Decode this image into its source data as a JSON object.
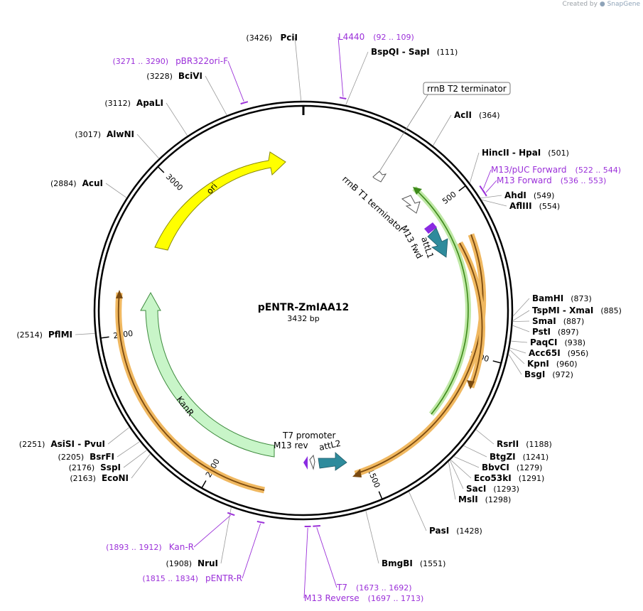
{
  "credit": {
    "prefix": "Created by",
    "brand": "SnapGene"
  },
  "plasmid": {
    "name": "pENTR-ZmIAA12",
    "size_label": "3432 bp",
    "length": 3432
  },
  "ticks": [
    {
      "pos": 500,
      "label": "500"
    },
    {
      "pos": 1000,
      "label": "1000"
    },
    {
      "pos": 1500,
      "label": "1500"
    },
    {
      "pos": 2000,
      "label": "2000"
    },
    {
      "pos": 2500,
      "label": "2500"
    },
    {
      "pos": 3000,
      "label": "3000"
    }
  ],
  "sites": [
    {
      "pos": 3426,
      "name": "PciI",
      "pos_label": "(3426)"
    },
    {
      "pos": 111,
      "name": "BspQI  - SapI",
      "pos_label": "(111)"
    },
    {
      "pos": 364,
      "name": "AclI",
      "pos_label": "(364)"
    },
    {
      "pos": 501,
      "name": "HincII  - HpaI",
      "pos_label": "(501)"
    },
    {
      "pos": 549,
      "name": "AhdI",
      "pos_label": "(549)"
    },
    {
      "pos": 554,
      "name": "AflIII",
      "pos_label": "(554)"
    },
    {
      "pos": 873,
      "name": "BamHI",
      "pos_label": "(873)"
    },
    {
      "pos": 885,
      "name": "TspMI  - XmaI",
      "pos_label": "(885)"
    },
    {
      "pos": 887,
      "name": "SmaI",
      "pos_label": "(887)"
    },
    {
      "pos": 897,
      "name": "PstI",
      "pos_label": "(897)"
    },
    {
      "pos": 938,
      "name": "PaqCI",
      "pos_label": "(938)"
    },
    {
      "pos": 956,
      "name": "Acc65I",
      "pos_label": "(956)"
    },
    {
      "pos": 960,
      "name": "KpnI",
      "pos_label": "(960)"
    },
    {
      "pos": 972,
      "name": "BsgI",
      "pos_label": "(972)"
    },
    {
      "pos": 1188,
      "name": "RsrII",
      "pos_label": "(1188)"
    },
    {
      "pos": 1241,
      "name": "BtgZI",
      "pos_label": "(1241)"
    },
    {
      "pos": 1279,
      "name": "BbvCI",
      "pos_label": "(1279)"
    },
    {
      "pos": 1291,
      "name": "Eco53kI",
      "pos_label": "(1291)"
    },
    {
      "pos": 1293,
      "name": "SacI",
      "pos_label": "(1293)"
    },
    {
      "pos": 1298,
      "name": "MslI",
      "pos_label": "(1298)"
    },
    {
      "pos": 1428,
      "name": "PasI",
      "pos_label": "(1428)"
    },
    {
      "pos": 1551,
      "name": "BmgBI",
      "pos_label": "(1551)"
    },
    {
      "pos": 1908,
      "name": "NruI",
      "pos_label": "(1908)"
    },
    {
      "pos": 2163,
      "name": "EcoNI",
      "pos_label": "(2163)"
    },
    {
      "pos": 2176,
      "name": "SspI",
      "pos_label": "(2176)"
    },
    {
      "pos": 2205,
      "name": "BsrFI",
      "pos_label": "(2205)"
    },
    {
      "pos": 2251,
      "name": "AsiSI  - PvuI",
      "pos_label": "(2251)"
    },
    {
      "pos": 2514,
      "name": "PflMI",
      "pos_label": "(2514)"
    },
    {
      "pos": 2884,
      "name": "AcuI",
      "pos_label": "(2884)"
    },
    {
      "pos": 3017,
      "name": "AlwNI",
      "pos_label": "(3017)"
    },
    {
      "pos": 3112,
      "name": "ApaLI",
      "pos_label": "(3112)"
    },
    {
      "pos": 3228,
      "name": "BciVI",
      "pos_label": "(3228)"
    }
  ],
  "primers": [
    {
      "start": 92,
      "end": 109,
      "name": "L4440",
      "range": "(92 .. 109)"
    },
    {
      "start": 522,
      "end": 544,
      "name": "M13/pUC Forward",
      "range": "(522 .. 544)"
    },
    {
      "start": 536,
      "end": 553,
      "name": "M13 Forward",
      "range": "(536 .. 553)"
    },
    {
      "start": 1673,
      "end": 1692,
      "name": "T7",
      "range": "(1673 .. 1692)"
    },
    {
      "start": 1697,
      "end": 1713,
      "name": "M13 Reverse",
      "range": "(1697 .. 1713)"
    },
    {
      "start": 1815,
      "end": 1834,
      "name": "pENTR-R",
      "range": "(1815 .. 1834)"
    },
    {
      "start": 1893,
      "end": 1912,
      "name": "Kan-R",
      "range": "(1893 .. 1912)"
    },
    {
      "start": 3271,
      "end": 3290,
      "name": "pBR322ori-F",
      "range": "(3271 .. 3290)"
    }
  ],
  "features": [
    {
      "name": "ori",
      "color": "#ffff00"
    },
    {
      "name": "KanR",
      "color": "#c8f5c8"
    },
    {
      "name": "attL1",
      "color": "#2e8b9c"
    },
    {
      "name": "attL2",
      "color": "#2e8b9c"
    },
    {
      "name": "M13 fwd",
      "color": "#8a2be2"
    },
    {
      "name": "M13 rev",
      "color": "#8a2be2"
    },
    {
      "name": "rrnB T1 terminator",
      "color": "#ffffff"
    },
    {
      "name": "rrnB T2 terminator",
      "color": "#ffffff"
    },
    {
      "name": "T7 promoter",
      "color": "#ffffff"
    }
  ],
  "colors": {
    "backbone": "#000000",
    "primer": "#9b30d9",
    "insert_orange": "#f0b860",
    "insert_green": "#6bbf3a"
  }
}
